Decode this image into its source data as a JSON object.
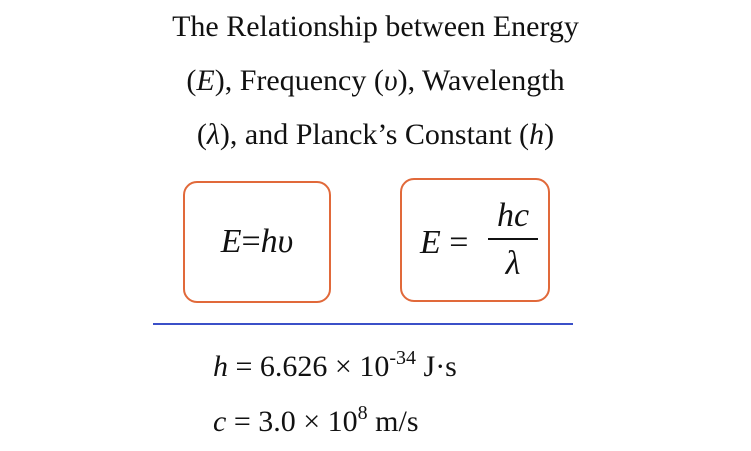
{
  "title": {
    "line1": {
      "text": "The Relationship between Energy"
    },
    "line2": {
      "open": "(",
      "var_e": "E",
      "mid1": "), Frequency (",
      "var_nu": "υ",
      "end": "), Wavelength"
    },
    "line3": {
      "open": "(",
      "var_lambda": "λ",
      "mid": "), and Planck’s Constant (",
      "var_h": "h",
      "close": ")"
    }
  },
  "formula_left": {
    "lhs": "E",
    "eq": "=",
    "rhs_h": "h",
    "rhs_nu": "υ"
  },
  "formula_right": {
    "lhs": "E",
    "eq": " = ",
    "numerator": "hc",
    "denominator": "λ"
  },
  "constants": {
    "planck": {
      "symbol": "h",
      "rest": " = 6.626 × 10",
      "exponent": "-34",
      "unit": " J·s"
    },
    "light": {
      "symbol": "c",
      "rest": " = 3.0 × 10",
      "exponent": "8",
      "unit": " m/s"
    }
  },
  "colors": {
    "box_border": "#e1693a",
    "divider": "#3b50c8",
    "text": "#111111"
  }
}
